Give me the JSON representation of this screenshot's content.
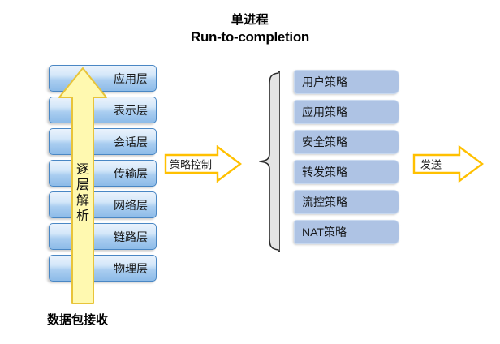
{
  "title": {
    "line1": "单进程",
    "line2": "Run-to-completion"
  },
  "osi_stack": {
    "name": "OSI protocol layer stack",
    "layers": [
      {
        "label": "应用层"
      },
      {
        "label": "表示层"
      },
      {
        "label": "会话层"
      },
      {
        "label": "传输层"
      },
      {
        "label": "网络层"
      },
      {
        "label": "链路层"
      },
      {
        "label": "物理层"
      }
    ]
  },
  "up_arrow": {
    "chars": [
      "逐",
      "层",
      "解",
      "析"
    ],
    "text": "逐层解析",
    "fill": "#fff9b0",
    "stroke": "#e8c43a"
  },
  "caption": {
    "packet_receive": "数据包接收"
  },
  "arrows": {
    "policy_control": "策略控制",
    "send": "发送",
    "fill": "#ffffff",
    "stroke": "#ffc000"
  },
  "brace": {
    "fill": "#e4e4e4",
    "stroke": "#2b2b2b"
  },
  "policy_stack": {
    "name": "policy processing list",
    "fill": "#aec3e4",
    "items": [
      {
        "label": "用户策略"
      },
      {
        "label": "应用策略"
      },
      {
        "label": "安全策略"
      },
      {
        "label": "转发策略"
      },
      {
        "label": "流控策略"
      },
      {
        "label": "NAT策略"
      }
    ]
  },
  "colors": {
    "layer_border": "#4a87c4",
    "layer_top": "#eaf3fc",
    "layer_bottom": "#8dbbe8",
    "background": "#ffffff"
  }
}
